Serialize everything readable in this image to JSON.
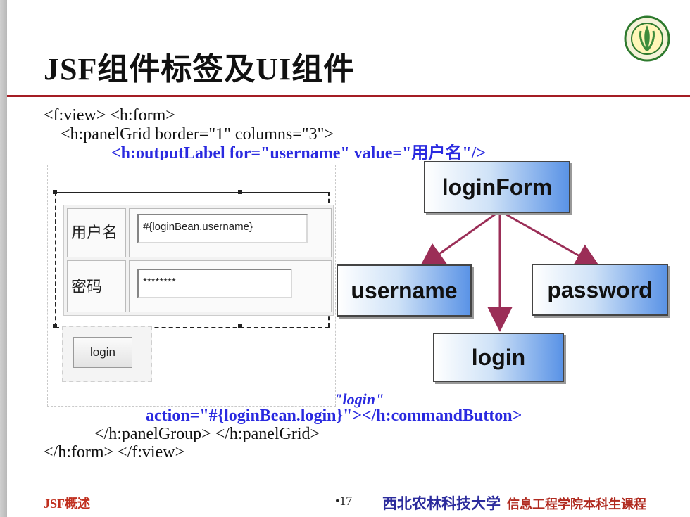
{
  "slide": {
    "title": "JSF组件标签及UI组件",
    "code_lines": [
      "<f:view> <h:form>",
      "    <h:panelGrid border=\"1\" columns=\"3\">",
      "<h:outputLabel for=\"username\" value=\"用户名\"/>",
      "action=\"#{loginBean.login}\"></h:commandButton>",
      "    </h:panelGroup> </h:panelGrid>",
      "</h:form> </f:view>"
    ],
    "fragment_value_login": "e=\"login\"",
    "form_mock": {
      "username_label": "用户名",
      "username_value": "#{loginBean.username}",
      "password_label": "密码",
      "password_value": "********",
      "button_label": "login"
    },
    "tree": {
      "root": "loginForm",
      "children": [
        "username",
        "password",
        "login"
      ]
    },
    "footer": {
      "left": "JSF概述",
      "page": "•17",
      "university": "西北农林科技大学",
      "course": "信息工程学院本科生课程"
    },
    "colors": {
      "rule": "#a41d24",
      "code_blue": "#2a2ae0",
      "arrow": "#9b2e57",
      "node_gradient_end": "#5a93e6"
    },
    "logo_icon": "university-seal-icon"
  }
}
